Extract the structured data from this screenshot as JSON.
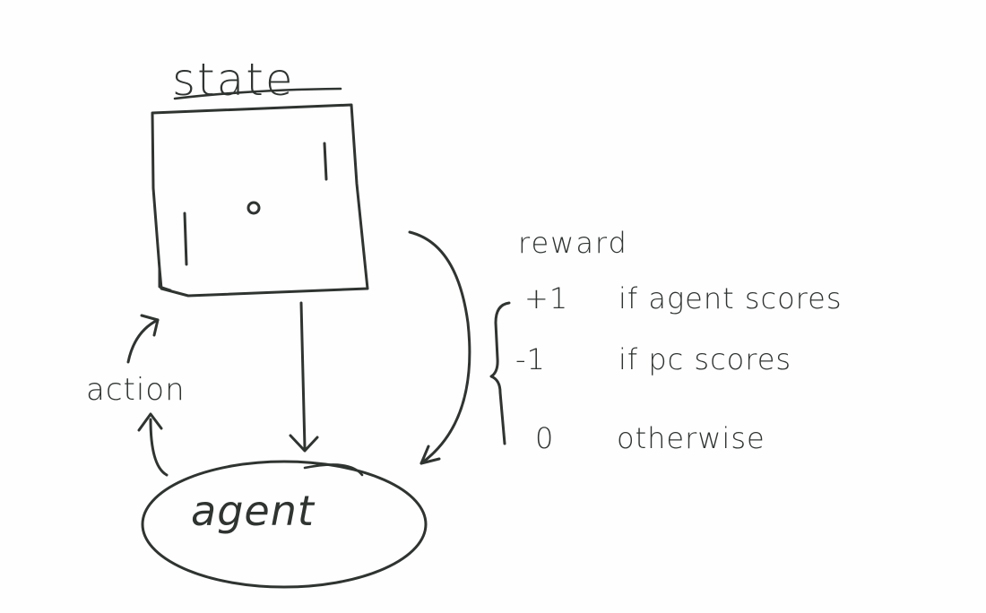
{
  "diagram": {
    "state_label": "state",
    "agent_label": "agent",
    "action_label": "action",
    "reward": {
      "title": "reward",
      "cases": [
        {
          "value": "+1",
          "condition": "if agent scores"
        },
        {
          "value": "-1",
          "condition": "if pc scores"
        },
        {
          "value": "0",
          "condition": "otherwise"
        }
      ]
    }
  }
}
